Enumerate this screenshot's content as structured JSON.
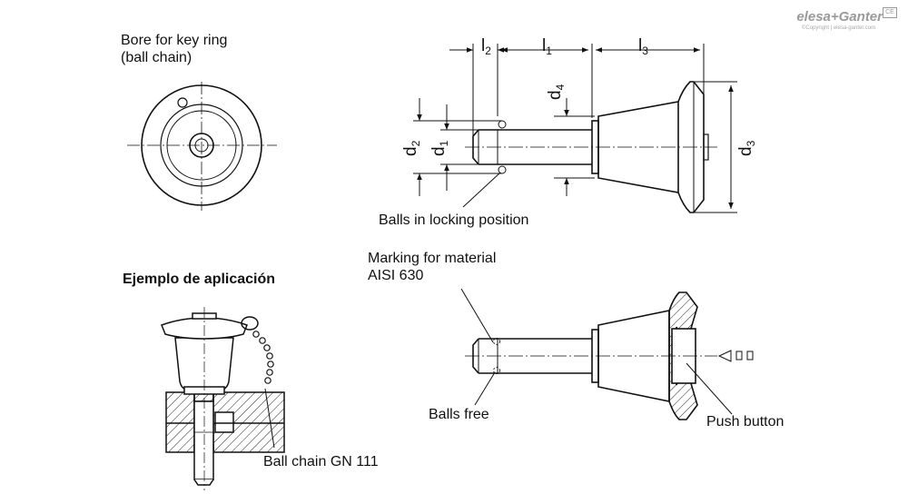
{
  "brand": {
    "name": "elesa+Ganter",
    "copyright": "©Copyright | elesa-ganter.com",
    "mark": "CE"
  },
  "labels": {
    "bore": [
      "Bore for key ring",
      "(ball chain)"
    ],
    "balls_locking": "Balls in locking position",
    "ejemplo": "Ejemplo de aplicación",
    "marking": [
      "Marking for material",
      "AISI 630"
    ],
    "balls_free": "Balls free",
    "push_button": "Push button",
    "ball_chain": "Ball chain GN 111"
  },
  "dimensions": {
    "l2": {
      "main": "l",
      "sub": "2"
    },
    "l1": {
      "main": "l",
      "sub": "1"
    },
    "l3": {
      "main": "l",
      "sub": "3"
    },
    "d4": {
      "main": "d",
      "sub": "4"
    },
    "d2": {
      "main": "d",
      "sub": "2"
    },
    "d1": {
      "main": "d",
      "sub": "1"
    },
    "d3": {
      "main": "d",
      "sub": "3"
    }
  }
}
